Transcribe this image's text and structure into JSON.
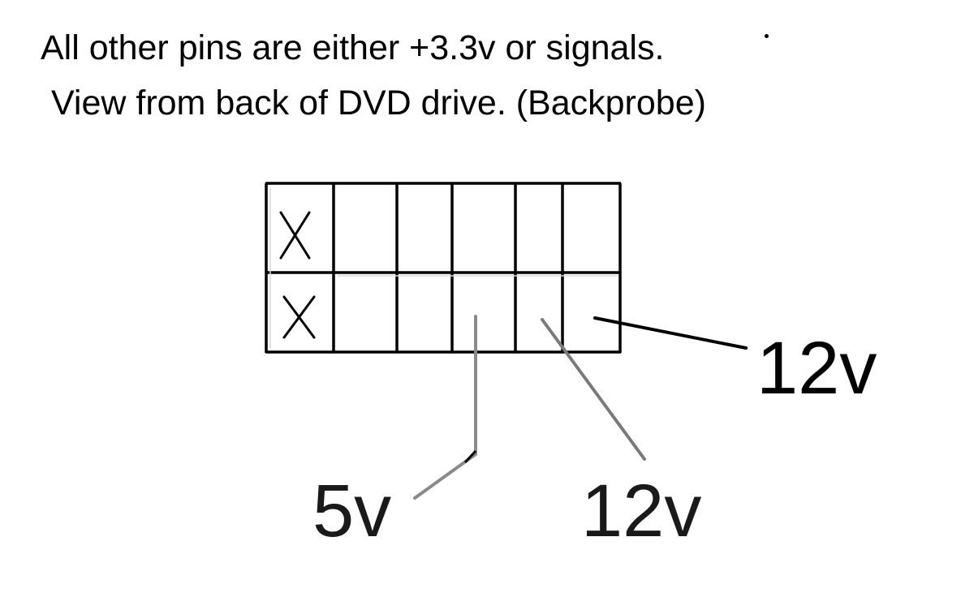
{
  "notes": {
    "line1": "All other pins are either +3.3v or signals.",
    "line2": "View from back of DVD drive. (Backprobe)"
  },
  "connector": {
    "rows": 2,
    "columns": 6,
    "unused_pin_marker": "X",
    "marked_pins": [
      {
        "row": 1,
        "column": 1,
        "mark": "X"
      },
      {
        "row": 2,
        "column": 1,
        "mark": "X"
      }
    ]
  },
  "pin_labels": {
    "right": "12v",
    "bottom_left": "5v",
    "bottom_right": "12v"
  },
  "colors": {
    "ink": "#000000",
    "leader_gray": "#8a8a8a"
  }
}
